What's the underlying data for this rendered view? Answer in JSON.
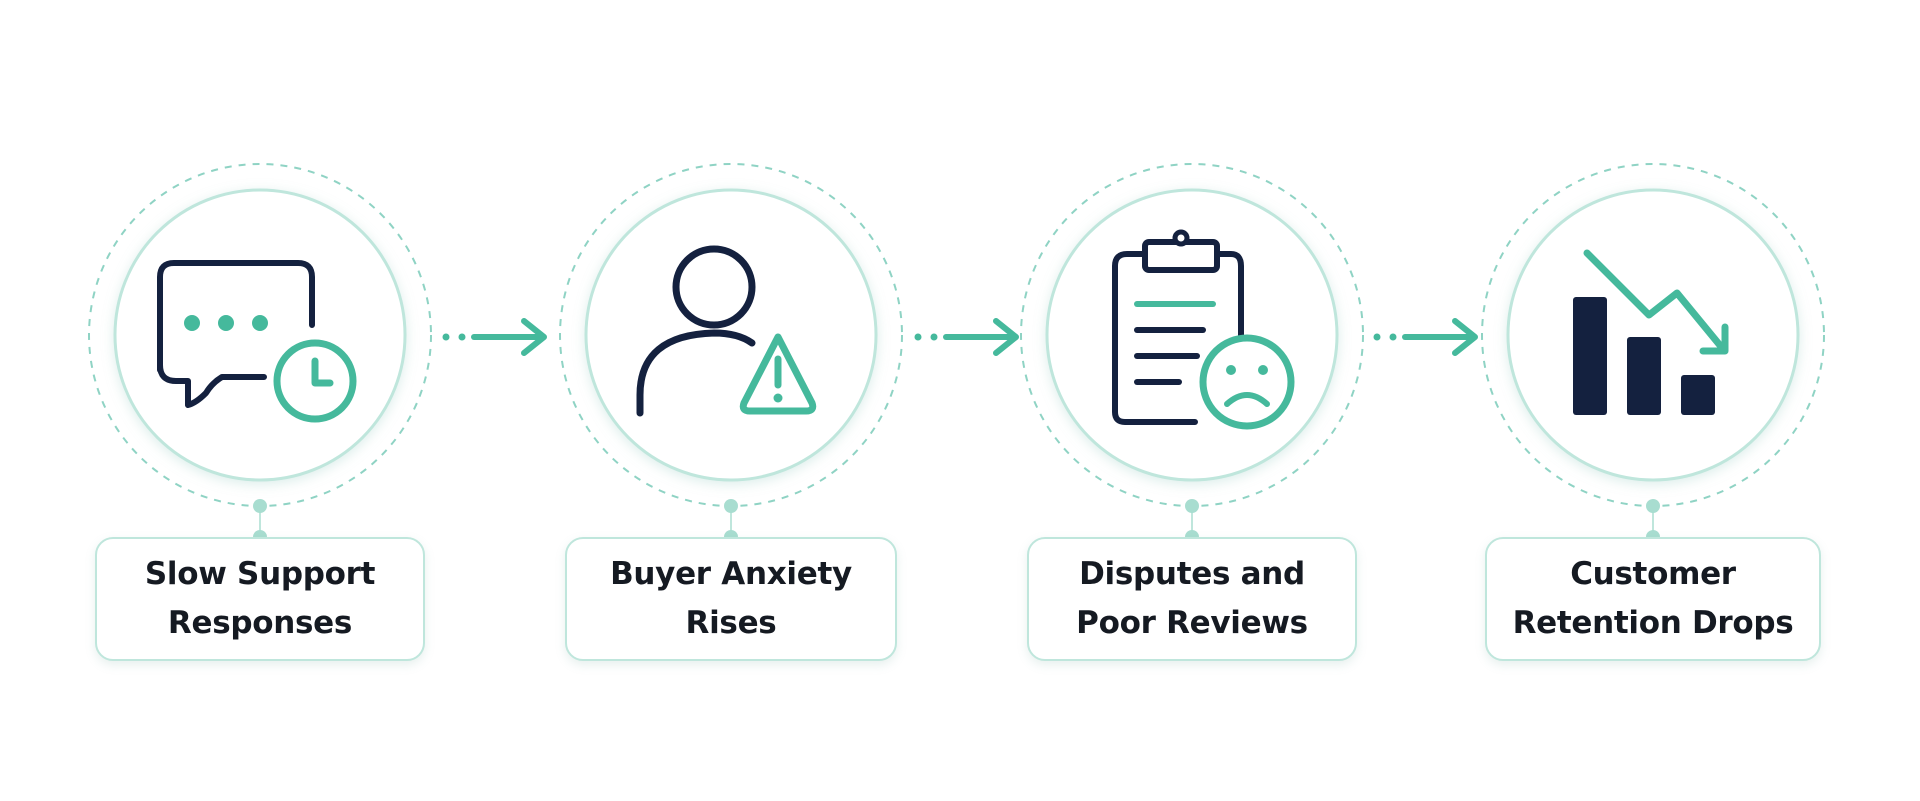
{
  "colors": {
    "teal": "#45b99c",
    "navy": "#14213f",
    "ring": "#bfe6dc",
    "dashed_ring": "#8fd3c4",
    "text": "#151a22"
  },
  "steps": [
    {
      "line1": "Slow Support",
      "line2": "Responses",
      "icon": "chat-clock-icon"
    },
    {
      "line1": "Buyer Anxiety",
      "line2": "Rises",
      "icon": "user-warning-icon"
    },
    {
      "line1": "Disputes and",
      "line2": "Poor Reviews",
      "icon": "clipboard-sad-icon"
    },
    {
      "line1": "Customer",
      "line2": "Retention Drops",
      "icon": "declining-bar-chart-icon"
    }
  ],
  "connectors": [
    "arrow-icon",
    "arrow-icon",
    "arrow-icon"
  ]
}
